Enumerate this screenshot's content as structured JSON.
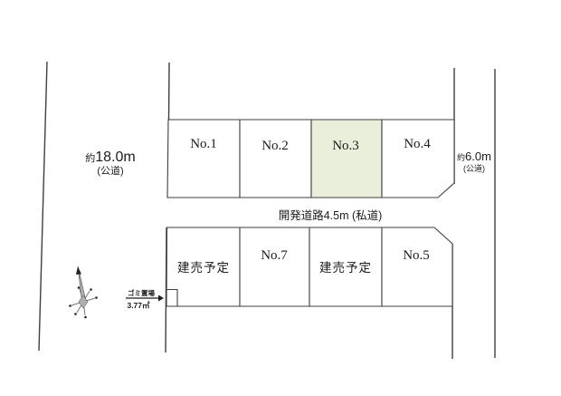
{
  "colors": {
    "background": "#ffffff",
    "line": "#3f3f3f",
    "highlight_fill": "#e9efdb",
    "text": "#1b1b1b"
  },
  "roads": {
    "left": {
      "approx": "約",
      "width": "18.0m",
      "type": "(公道)"
    },
    "right": {
      "approx": "約",
      "width": "6.0m",
      "type": "(公道)"
    },
    "center": {
      "label": "開発道路4.5m (私道)"
    }
  },
  "plots": {
    "top_row": [
      {
        "label": "No.1",
        "highlighted": false
      },
      {
        "label": "No.2",
        "highlighted": false
      },
      {
        "label": "No.3",
        "highlighted": true
      },
      {
        "label": "No.4",
        "highlighted": false
      }
    ],
    "bottom_row": [
      {
        "label": "建売予定",
        "highlighted": false
      },
      {
        "label": "No.7",
        "highlighted": false
      },
      {
        "label": "建売予定",
        "highlighted": false
      },
      {
        "label": "No.5",
        "highlighted": false
      }
    ]
  },
  "garbage_area": {
    "label": "ゴミ置場",
    "size": "3.77㎡"
  },
  "compass": {
    "meaning": "north-arrow"
  }
}
